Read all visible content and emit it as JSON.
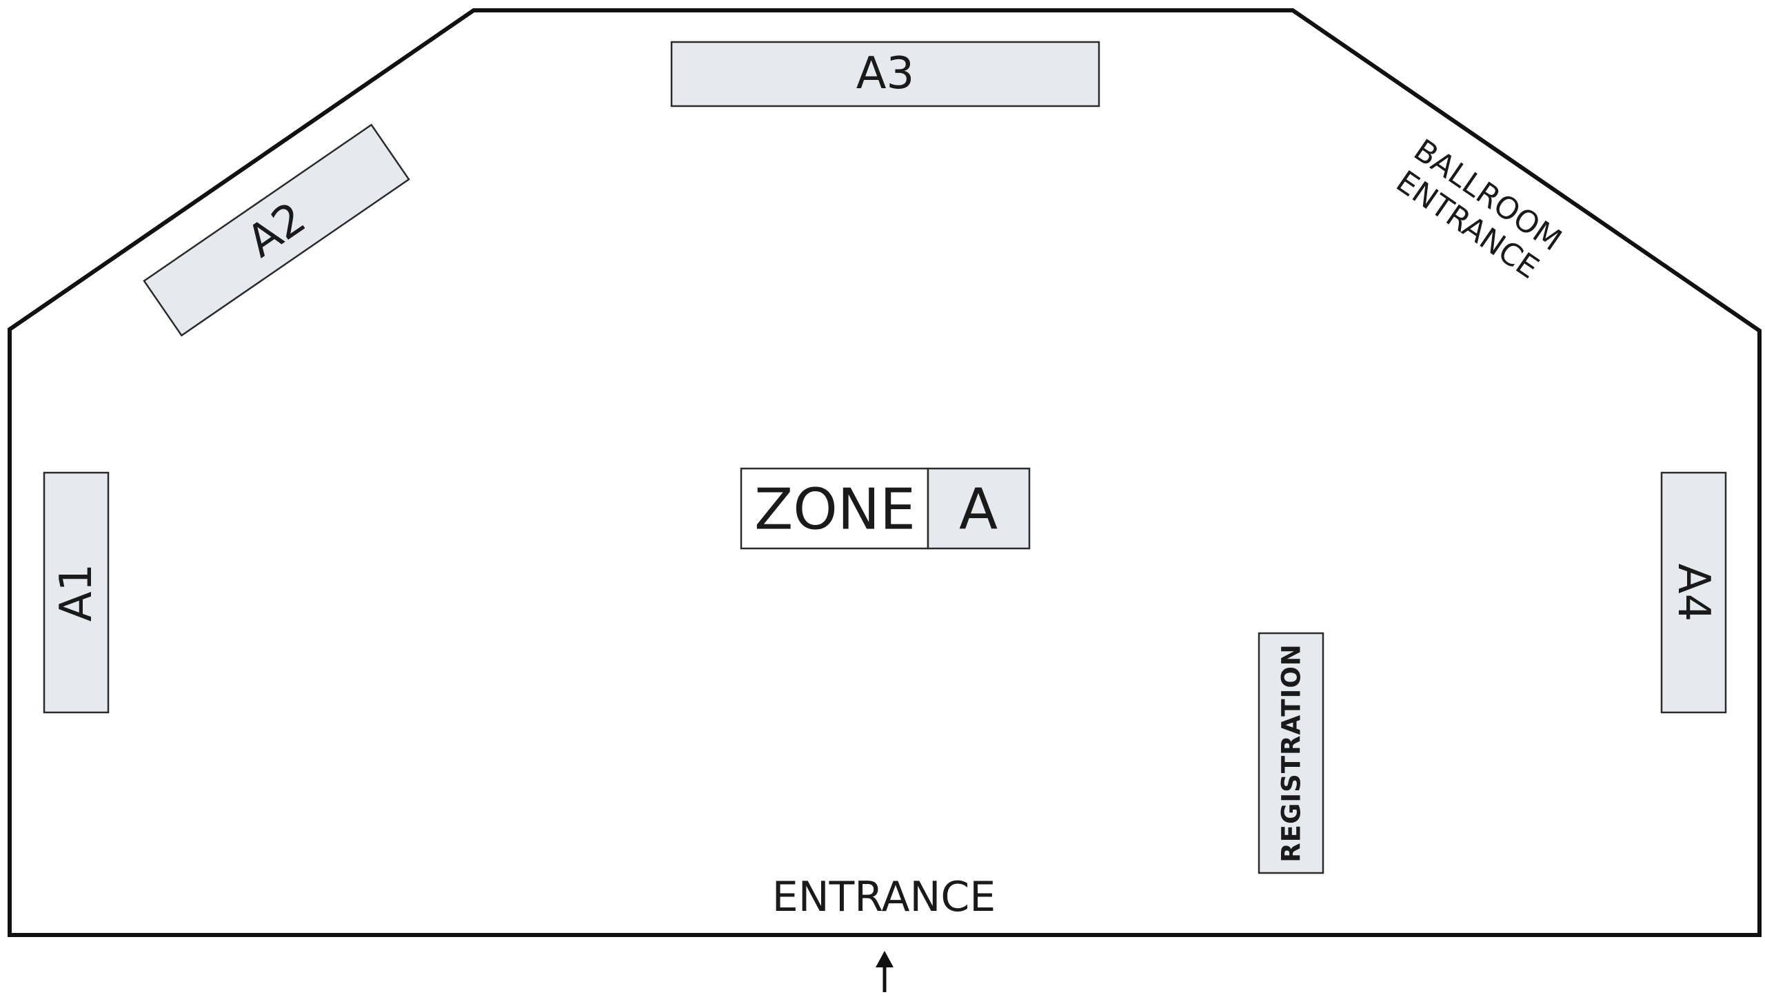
{
  "zone": {
    "word": "ZONE",
    "letter": "A"
  },
  "booths": {
    "a1": "A1",
    "a2": "A2",
    "a3": "A3",
    "a4": "A4"
  },
  "registration": "REGISTRATION",
  "entrance": "ENTRANCE",
  "ballroom_entrance": {
    "line1": "BALLROOM",
    "line2": "ENTRANCE"
  },
  "colors": {
    "booth_fill": "#e6e9ee",
    "wall": "#111111"
  }
}
